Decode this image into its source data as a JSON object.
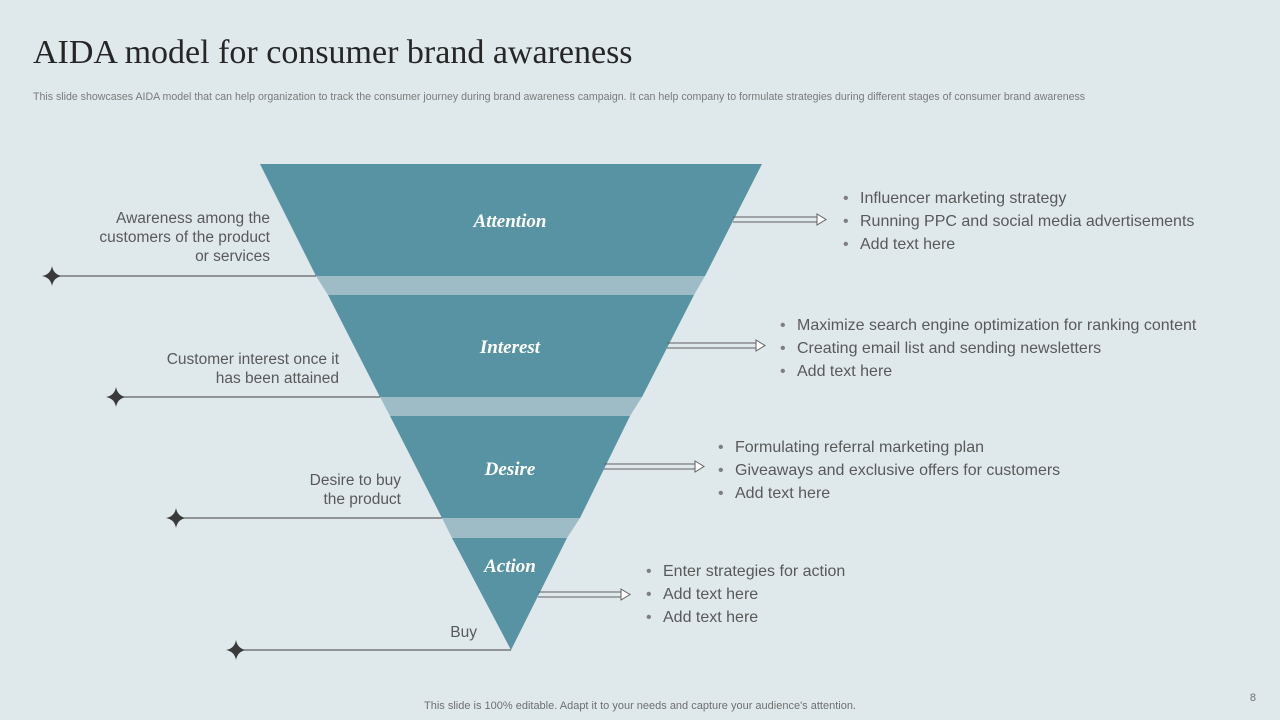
{
  "title": "AIDA model for consumer brand awareness",
  "subtitle": "This slide showcases AIDA model that can help organization to track the consumer journey during brand awareness campaign. It can help company to formulate strategies during different stages of consumer brand awareness",
  "stages": [
    {
      "label": "Attention",
      "description": [
        "Awareness among the",
        "customers of the product",
        "or services"
      ],
      "bullets": [
        "Influencer  marketing strategy",
        "Running  PPC and social media advertisements",
        "Add text here"
      ]
    },
    {
      "label": "Interest",
      "description": [
        "Customer interest once it",
        "has been attained"
      ],
      "bullets": [
        "Maximize search engine optimization for ranking content",
        "Creating email list and sending newsletters",
        "Add text here"
      ]
    },
    {
      "label": "Desire",
      "description": [
        "Desire to buy",
        "the product"
      ],
      "bullets": [
        "Formulating referral marketing plan",
        "Giveaways and exclusive offers for customers",
        "Add text here"
      ]
    },
    {
      "label": "Action",
      "description": [
        "Buy"
      ],
      "bullets": [
        "Enter strategies for action",
        "Add text here",
        "Add text here"
      ]
    }
  ],
  "footer": "This slide is 100% editable. Adapt it to your needs and capture your audience's attention.",
  "page_number": "8",
  "colors": {
    "funnel": "#5793a2",
    "connector": "#9dbcc5",
    "background": "#dfe9ec",
    "line": "#404040"
  }
}
